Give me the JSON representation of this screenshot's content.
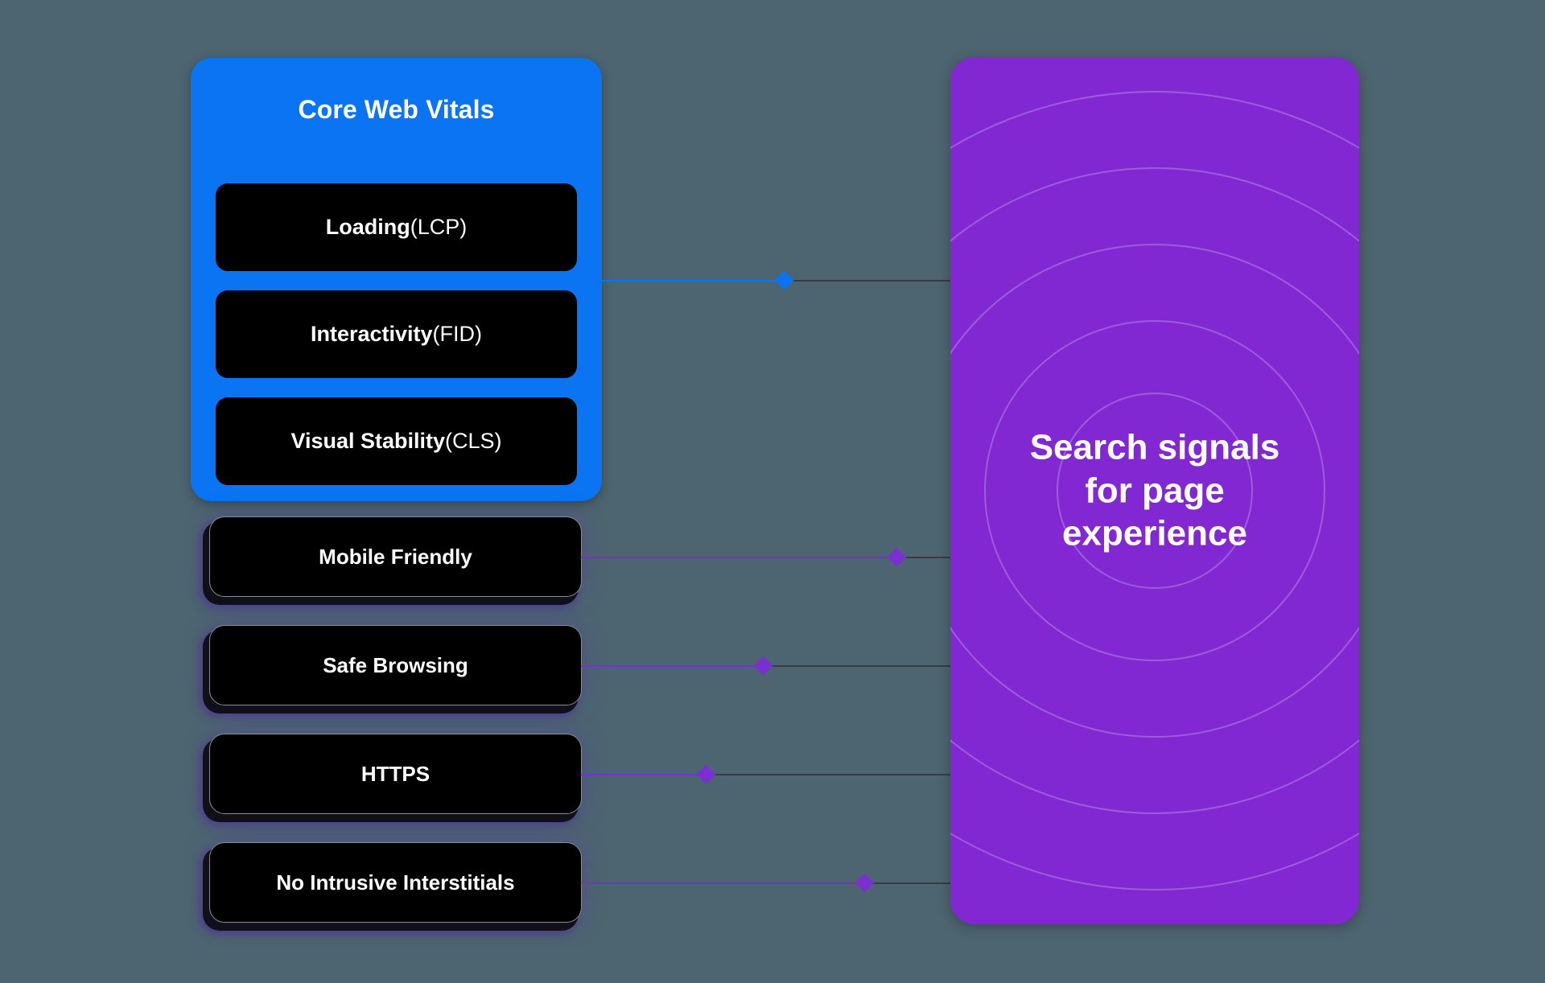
{
  "background_color": "#4d6570",
  "core_web_vitals": {
    "title": "Core Web Vitals",
    "card_color": "#0b74f2",
    "metrics": [
      {
        "name": "Loading",
        "abbr": " (LCP)"
      },
      {
        "name": "Interactivity",
        "abbr": " (FID)"
      },
      {
        "name": "Visual Stability",
        "abbr": " (CLS)"
      }
    ]
  },
  "other_signals": [
    {
      "label": "Mobile Friendly"
    },
    {
      "label": "Safe Browsing"
    },
    {
      "label": "HTTPS"
    },
    {
      "label": "No Intrusive Interstitials"
    }
  ],
  "connectors": [
    {
      "source": "Core Web Vitals",
      "marker_color": "#0b74f2"
    },
    {
      "source": "Mobile Friendly",
      "marker_color": "#7a2fd0"
    },
    {
      "source": "Safe Browsing",
      "marker_color": "#7a2fd0"
    },
    {
      "source": "HTTPS",
      "marker_color": "#7a2fd0"
    },
    {
      "source": "No Intrusive Interstitials",
      "marker_color": "#7a2fd0"
    }
  ],
  "search_signals_panel": {
    "title": "Search signals\nfor page\nexperience",
    "panel_color": "#8128d3",
    "ring_count": 6
  }
}
